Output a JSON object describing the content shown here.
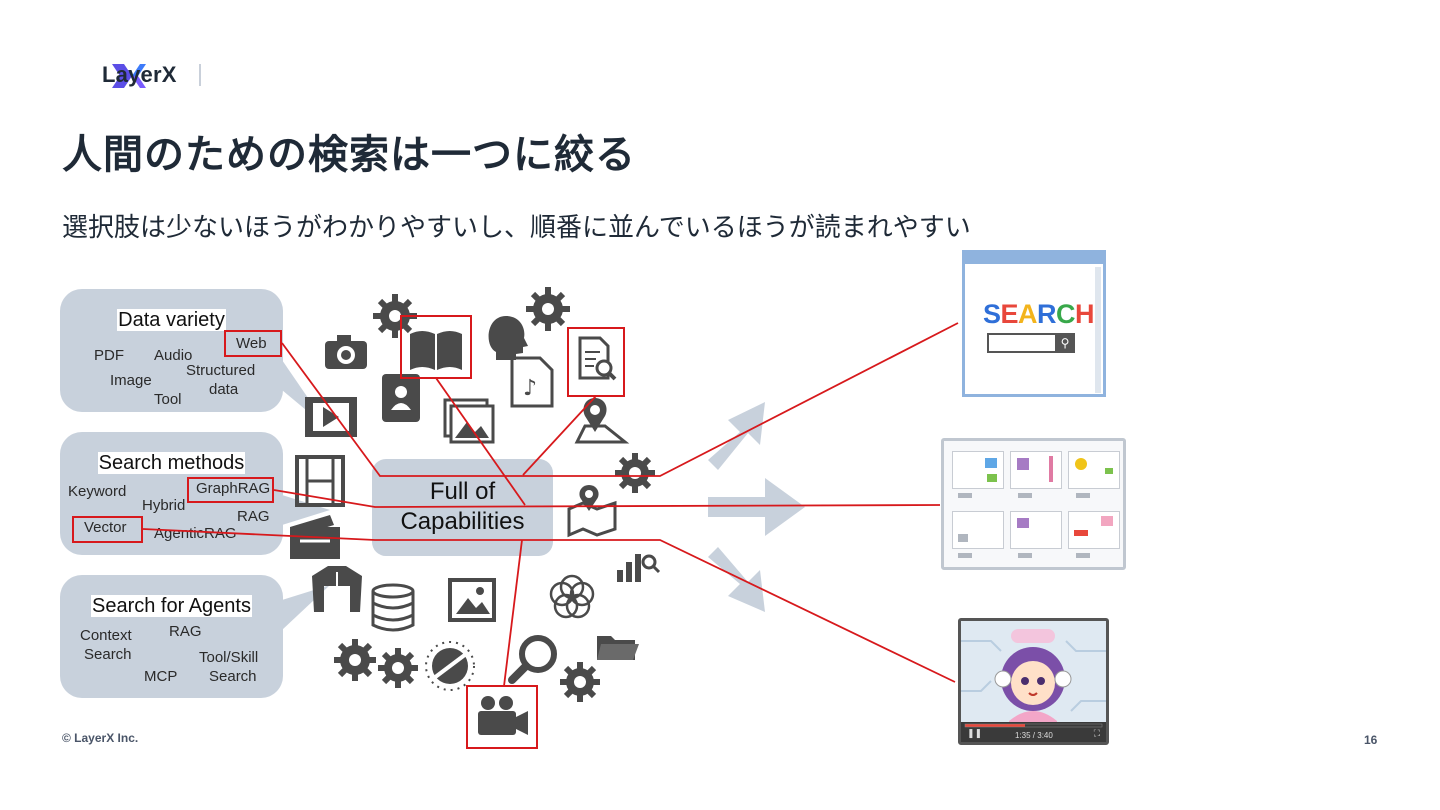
{
  "header": {
    "logo_text": "LayerX"
  },
  "slide": {
    "title": "人間のための検索は一つに絞る",
    "subtitle": "選択肢は少ないほうがわかりやすいし、順番に並んでいるほうが読まれやすい"
  },
  "panels": {
    "data_variety": {
      "title": "Data variety",
      "items": [
        "PDF",
        "Audio",
        "Web",
        "Image",
        "Structured",
        "data",
        "Tool"
      ]
    },
    "search_methods": {
      "title": "Search methods",
      "items": [
        "Keyword",
        "GraphRAG",
        "Hybrid",
        "RAG",
        "Vector",
        "AgenticRAG"
      ]
    },
    "search_for_agents": {
      "title": "Search for Agents",
      "items": [
        "Context",
        "Search",
        "RAG",
        "Tool/Skill",
        "Search",
        "MCP"
      ]
    }
  },
  "center": {
    "line1": "Full of",
    "line2": "Capabilities"
  },
  "outputs": {
    "search_ui": {
      "logo_text": "SEARCH"
    },
    "video_player": {
      "time": "1:35 / 3:40"
    }
  },
  "icons": [
    "gear-icon",
    "camera-icon",
    "book-icon",
    "head-icon",
    "music-file-icon",
    "document-search-icon",
    "contact-book-icon",
    "film-icon",
    "picture-icon",
    "map-pin-icon",
    "film-strip-icon",
    "folded-map-icon",
    "jacket-icon",
    "database-icon",
    "image-frame-icon",
    "flower-icon",
    "bar-chart-search-icon",
    "magnifier-icon",
    "folder-icon",
    "video-camera-icon",
    "tilted-ball-icon"
  ],
  "colors": {
    "highlight": "#d7191c",
    "panel": "#c8d1dc",
    "icon": "#4a4a4a",
    "arrow": "#c8d1dc"
  },
  "footer": {
    "copyright": "© LayerX Inc.",
    "page": "16"
  }
}
